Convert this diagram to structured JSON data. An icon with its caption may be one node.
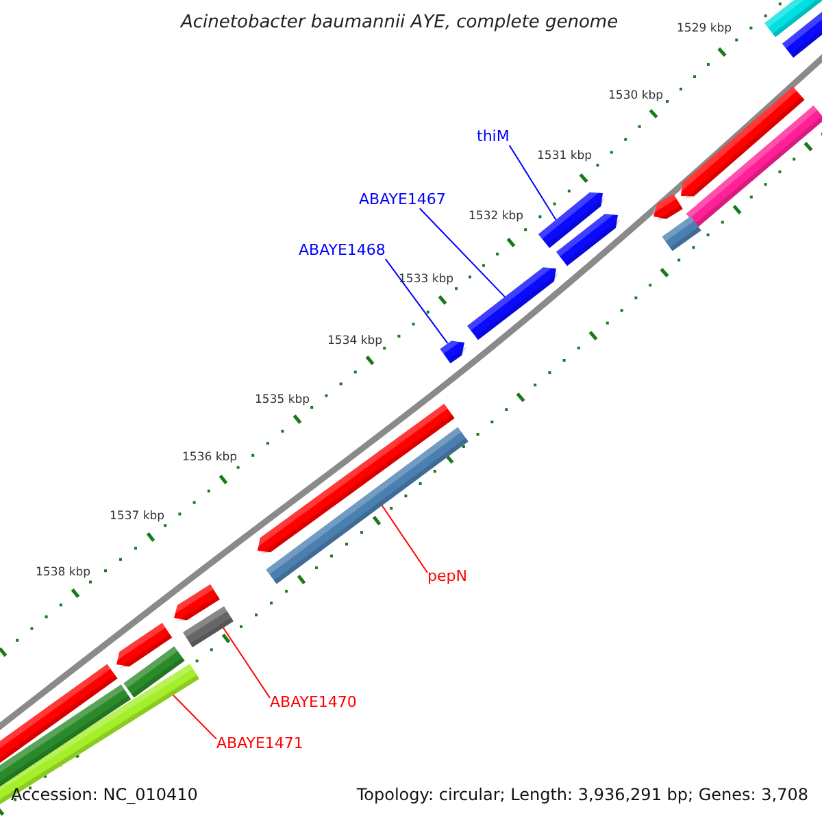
{
  "diagram": {
    "title": "Acinetobacter baumannii AYE, complete genome",
    "nodes": [
      {
        "text": [
          "thiM"
        ]
      },
      {
        "text": [
          "ABAYE1467"
        ]
      },
      {
        "text": [
          "ABAYE1468"
        ]
      },
      {
        "text": [
          "pepN"
        ]
      },
      {
        "text": [
          "ABAYE1470"
        ]
      },
      {
        "text": [
          "ABAYE1471"
        ]
      },
      {
        "text": [],
        "shape": "bar"
      },
      {
        "text": [],
        "shape": "bar"
      },
      {
        "text": [],
        "shape": "arrow"
      },
      {
        "text": [],
        "shape": "bar"
      },
      {
        "text": [],
        "shape": "arrow"
      },
      {
        "text": [],
        "shape": "arrow"
      },
      {
        "text": [],
        "shape": "arrow"
      },
      {
        "text": [],
        "shape": "bar"
      },
      {
        "text": [],
        "shape": "arrow"
      },
      {
        "text": [],
        "shape": "arrow"
      },
      {
        "text": [],
        "shape": "arrow"
      },
      {
        "text": [],
        "shape": "bar"
      },
      {
        "text": [],
        "shape": "arrow"
      },
      {
        "text": [],
        "shape": "bar"
      },
      {
        "text": [],
        "shape": "arrow"
      },
      {
        "text": [],
        "shape": "bar"
      },
      {
        "text": [],
        "shape": "bar"
      },
      {
        "text": [],
        "shape": "arrow"
      },
      {
        "text": [],
        "shape": "bar"
      }
    ],
    "edges": [
      {
        "from": 0,
        "to": 10,
        "arrow": "none",
        "color": "#0000ff"
      },
      {
        "from": 1,
        "to": 14,
        "arrow": "none",
        "color": "#0000ff"
      },
      {
        "from": 2,
        "to": 15,
        "arrow": "none",
        "color": "#0000ff"
      },
      {
        "from": 3,
        "to": 17,
        "arrow": "none",
        "color": "#ff0000"
      },
      {
        "from": 4,
        "to": 19,
        "arrow": "none",
        "color": "#ff0000"
      },
      {
        "from": 5,
        "to": 22,
        "arrow": "none",
        "color": "#ff0000"
      }
    ],
    "labels": [
      "1529 kbp",
      "1530 kbp",
      "1531 kbp",
      "1532 kbp",
      "1533 kbp",
      "1534 kbp",
      "1535 kbp",
      "1536 kbp",
      "1537 kbp",
      "1538 kbp",
      "Accession: NC_010410",
      "Topology: circular; Length: 3,936,291 bp; Genes: 3,708"
    ]
  }
}
